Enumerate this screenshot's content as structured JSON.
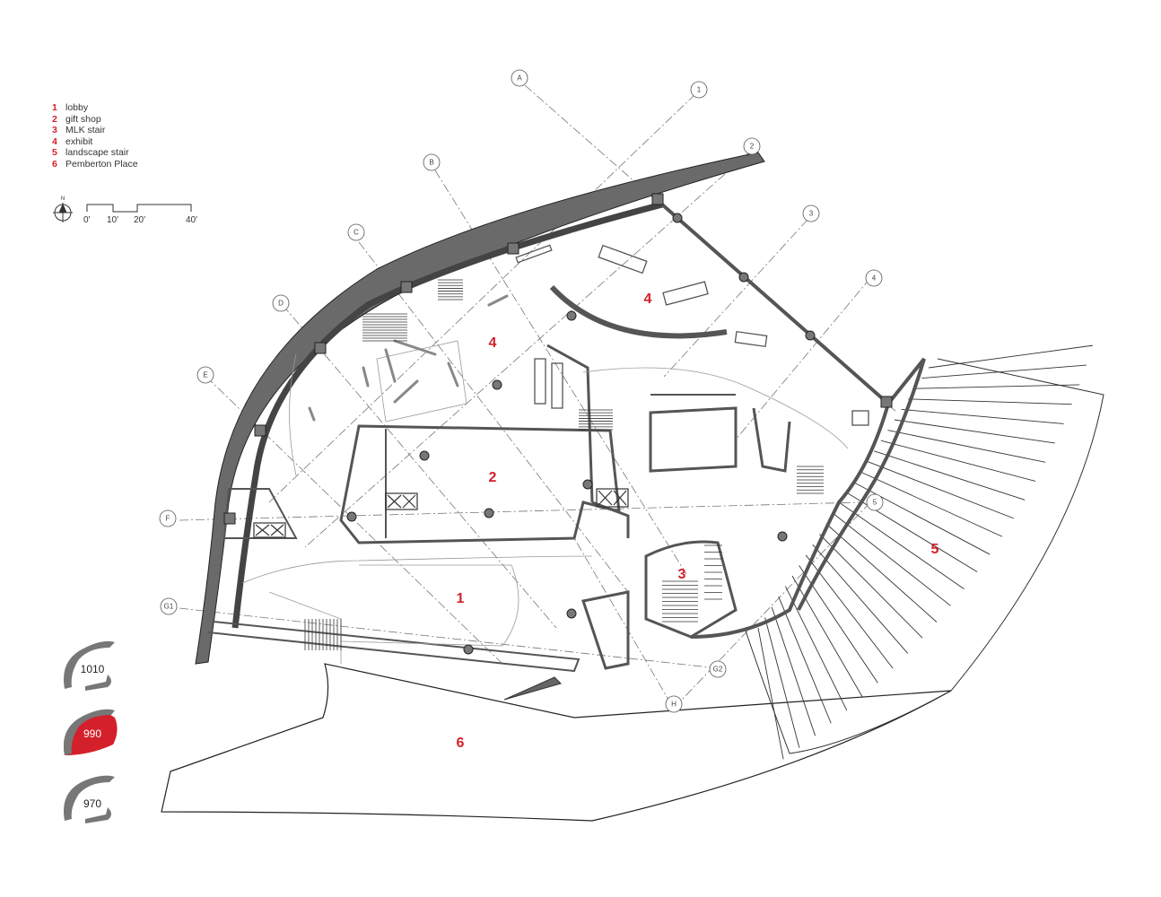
{
  "legend": [
    {
      "num": "1",
      "label": "lobby"
    },
    {
      "num": "2",
      "label": "gift shop"
    },
    {
      "num": "3",
      "label": "MLK stair"
    },
    {
      "num": "4",
      "label": "exhibit"
    },
    {
      "num": "5",
      "label": "landscape stair"
    },
    {
      "num": "6",
      "label": "Pemberton Place"
    }
  ],
  "north_label": "N",
  "scale_ticks": [
    "0'",
    "10'",
    "20'",
    "40'"
  ],
  "rooms": {
    "r1": "1",
    "r2": "2",
    "r3": "3",
    "r4a": "4",
    "r4b": "4",
    "r5": "5",
    "r6": "6"
  },
  "grid": {
    "a": "A",
    "b": "B",
    "c": "C",
    "d": "D",
    "e": "E",
    "f": "F",
    "g1": "G1",
    "g2": "G2",
    "h": "H",
    "n1": "1",
    "n2": "2",
    "n3": "3",
    "n4": "4",
    "n5": "5"
  },
  "levels": {
    "upper": "1010",
    "current": "990",
    "lower": "970"
  },
  "colors": {
    "accent": "#d4202b",
    "wall": "#555555"
  }
}
